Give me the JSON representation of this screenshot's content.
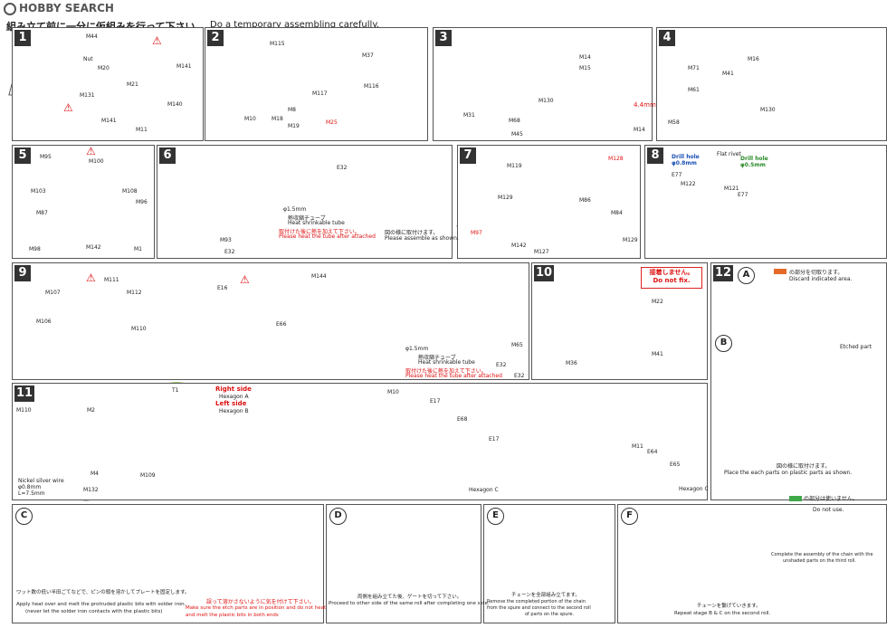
{
  "header": {
    "logo": "HOBBY SEARCH",
    "instruction_jp": "組み立て前に一分に仮組みを行って下さい。",
    "instruction_en": "Do a temporary assembling carefully."
  },
  "steps": {
    "s1": {
      "num": "1",
      "labels": [
        "M44",
        "Nut",
        "M20",
        "M141",
        "M21",
        "M131",
        "M140",
        "M141",
        "M11"
      ]
    },
    "s2": {
      "num": "2",
      "labels": [
        "M115",
        "M37",
        "M116",
        "M117",
        "M10",
        "M18",
        "M8",
        "M19",
        "M25"
      ]
    },
    "s3": {
      "num": "3",
      "labels": [
        "M14",
        "M15",
        "M130",
        "M31",
        "M68",
        "M45",
        "M14"
      ],
      "dimension": "4.4mm"
    },
    "s4": {
      "num": "4",
      "labels": [
        "M16",
        "M61",
        "M71",
        "M41",
        "M58",
        "M130"
      ]
    },
    "s5": {
      "num": "5",
      "labels": [
        "M95",
        "M100",
        "M103",
        "M87",
        "M108",
        "M96",
        "M98",
        "M142",
        "M1"
      ]
    },
    "s6": {
      "num": "6",
      "labels": [
        "E32",
        "M93",
        "E32"
      ],
      "diameter": "φ1.5mm",
      "tube_jp": "熱収縮チューブ",
      "tube_en": "Heat shrinkable tube",
      "after_jp": "取付けた後に熱を加えて下さい。",
      "after_en": "Please heat the tube after attached",
      "assemble_jp": "図の様に取付けます。",
      "assemble_en": "Please assemble as shown."
    },
    "s7": {
      "num": "7",
      "labels": [
        "M119",
        "M128",
        "M129",
        "M86",
        "M84",
        "M97",
        "M142",
        "M127",
        "M129"
      ]
    },
    "s8": {
      "num": "8",
      "drill_big": "Drill hole φ0.8mm",
      "drill_small": "Drill hole φ0.5mm",
      "flat_rivet": "Flat rivet",
      "labels": [
        "E77",
        "M122",
        "M121",
        "E77"
      ]
    },
    "s9": {
      "num": "9",
      "labels": [
        "M111",
        "M107",
        "M112",
        "M106",
        "M110",
        "E16",
        "E66",
        "M144"
      ],
      "diameter": "φ1.5mm",
      "tube_jp": "熱収縮チューブ",
      "tube_en": "Heat shrinkable tube",
      "after_jp": "取付けた後に熱を加えて下さい。",
      "after_en": "Please heat the tube after attached",
      "extra": [
        "M65",
        "E32",
        "E32"
      ]
    },
    "s10": {
      "num": "10",
      "warn_jp": "接着しません。",
      "warn_en": "Do not fix.",
      "labels": [
        "M22",
        "M36",
        "M41"
      ]
    },
    "s11": {
      "num": "11",
      "right_side": "Right side",
      "left_side": "Left side",
      "hex_a": "Hexagon A",
      "hex_b": "Hexagon B",
      "hex_c": "Hexagon C",
      "hex_c2": "Hexagon C",
      "wire_note": [
        "Nickel silver wire",
        "φ0.8mm",
        "L=7.5mm"
      ],
      "labels": [
        "M110",
        "M2",
        "M4",
        "M132",
        "M109",
        "T1",
        "M10",
        "E17",
        "E68",
        "E17",
        "M11",
        "E64",
        "E65"
      ]
    },
    "s12": {
      "num": "12",
      "A": {
        "letter": "A",
        "note_jp": "の部分を切取ります。",
        "note_en": "Discard indicated area."
      },
      "B": {
        "letter": "B",
        "etched": "Etched part",
        "note_jp": "図の様に取付けます。",
        "note_en": "Place the each parts on plastic parts as shown."
      }
    }
  },
  "bottom": {
    "C": {
      "letter": "C",
      "caption_jp": "ワット数の低い半田ごてなどで、ピンの頭を溶かしてプレートを固定します。",
      "caption_en1": "Apply heat over and melt the protruded plastic bits with solder iron.",
      "caption_en2": "(never let the solder iron contacts with the plastic bits)",
      "warn_jp": "誤って溶かさないように気を付けて下さい。",
      "warn_en1": "Make sure the etch parts are in position and do not heat",
      "warn_en2": "and melt the plastic bits in both ends"
    },
    "D": {
      "letter": "D",
      "caption_jp": "両側を組み立てた後、ゲートを切って下さい。",
      "caption_en": "Proceed to other side of the same roll after completing one side."
    },
    "E": {
      "letter": "E",
      "caption_jp": "チェーンを全部組み立てます。",
      "caption_en1": "Remove the completed portion of the chain",
      "caption_en2": "from the spure and connect to the second roll",
      "caption_en3": "of parts on the spure."
    },
    "F": {
      "letter": "F",
      "caption_jp": "チェーンを繋げていきます。",
      "caption_en1": "Repeat stage B & C on the second roll.",
      "nouse_jp": "の部分は使いません。",
      "nouse_en": "Do not use.",
      "complete_en1": "Complete the assembly of the chain with the",
      "complete_en2": "unshaded parts on the third roll."
    }
  }
}
